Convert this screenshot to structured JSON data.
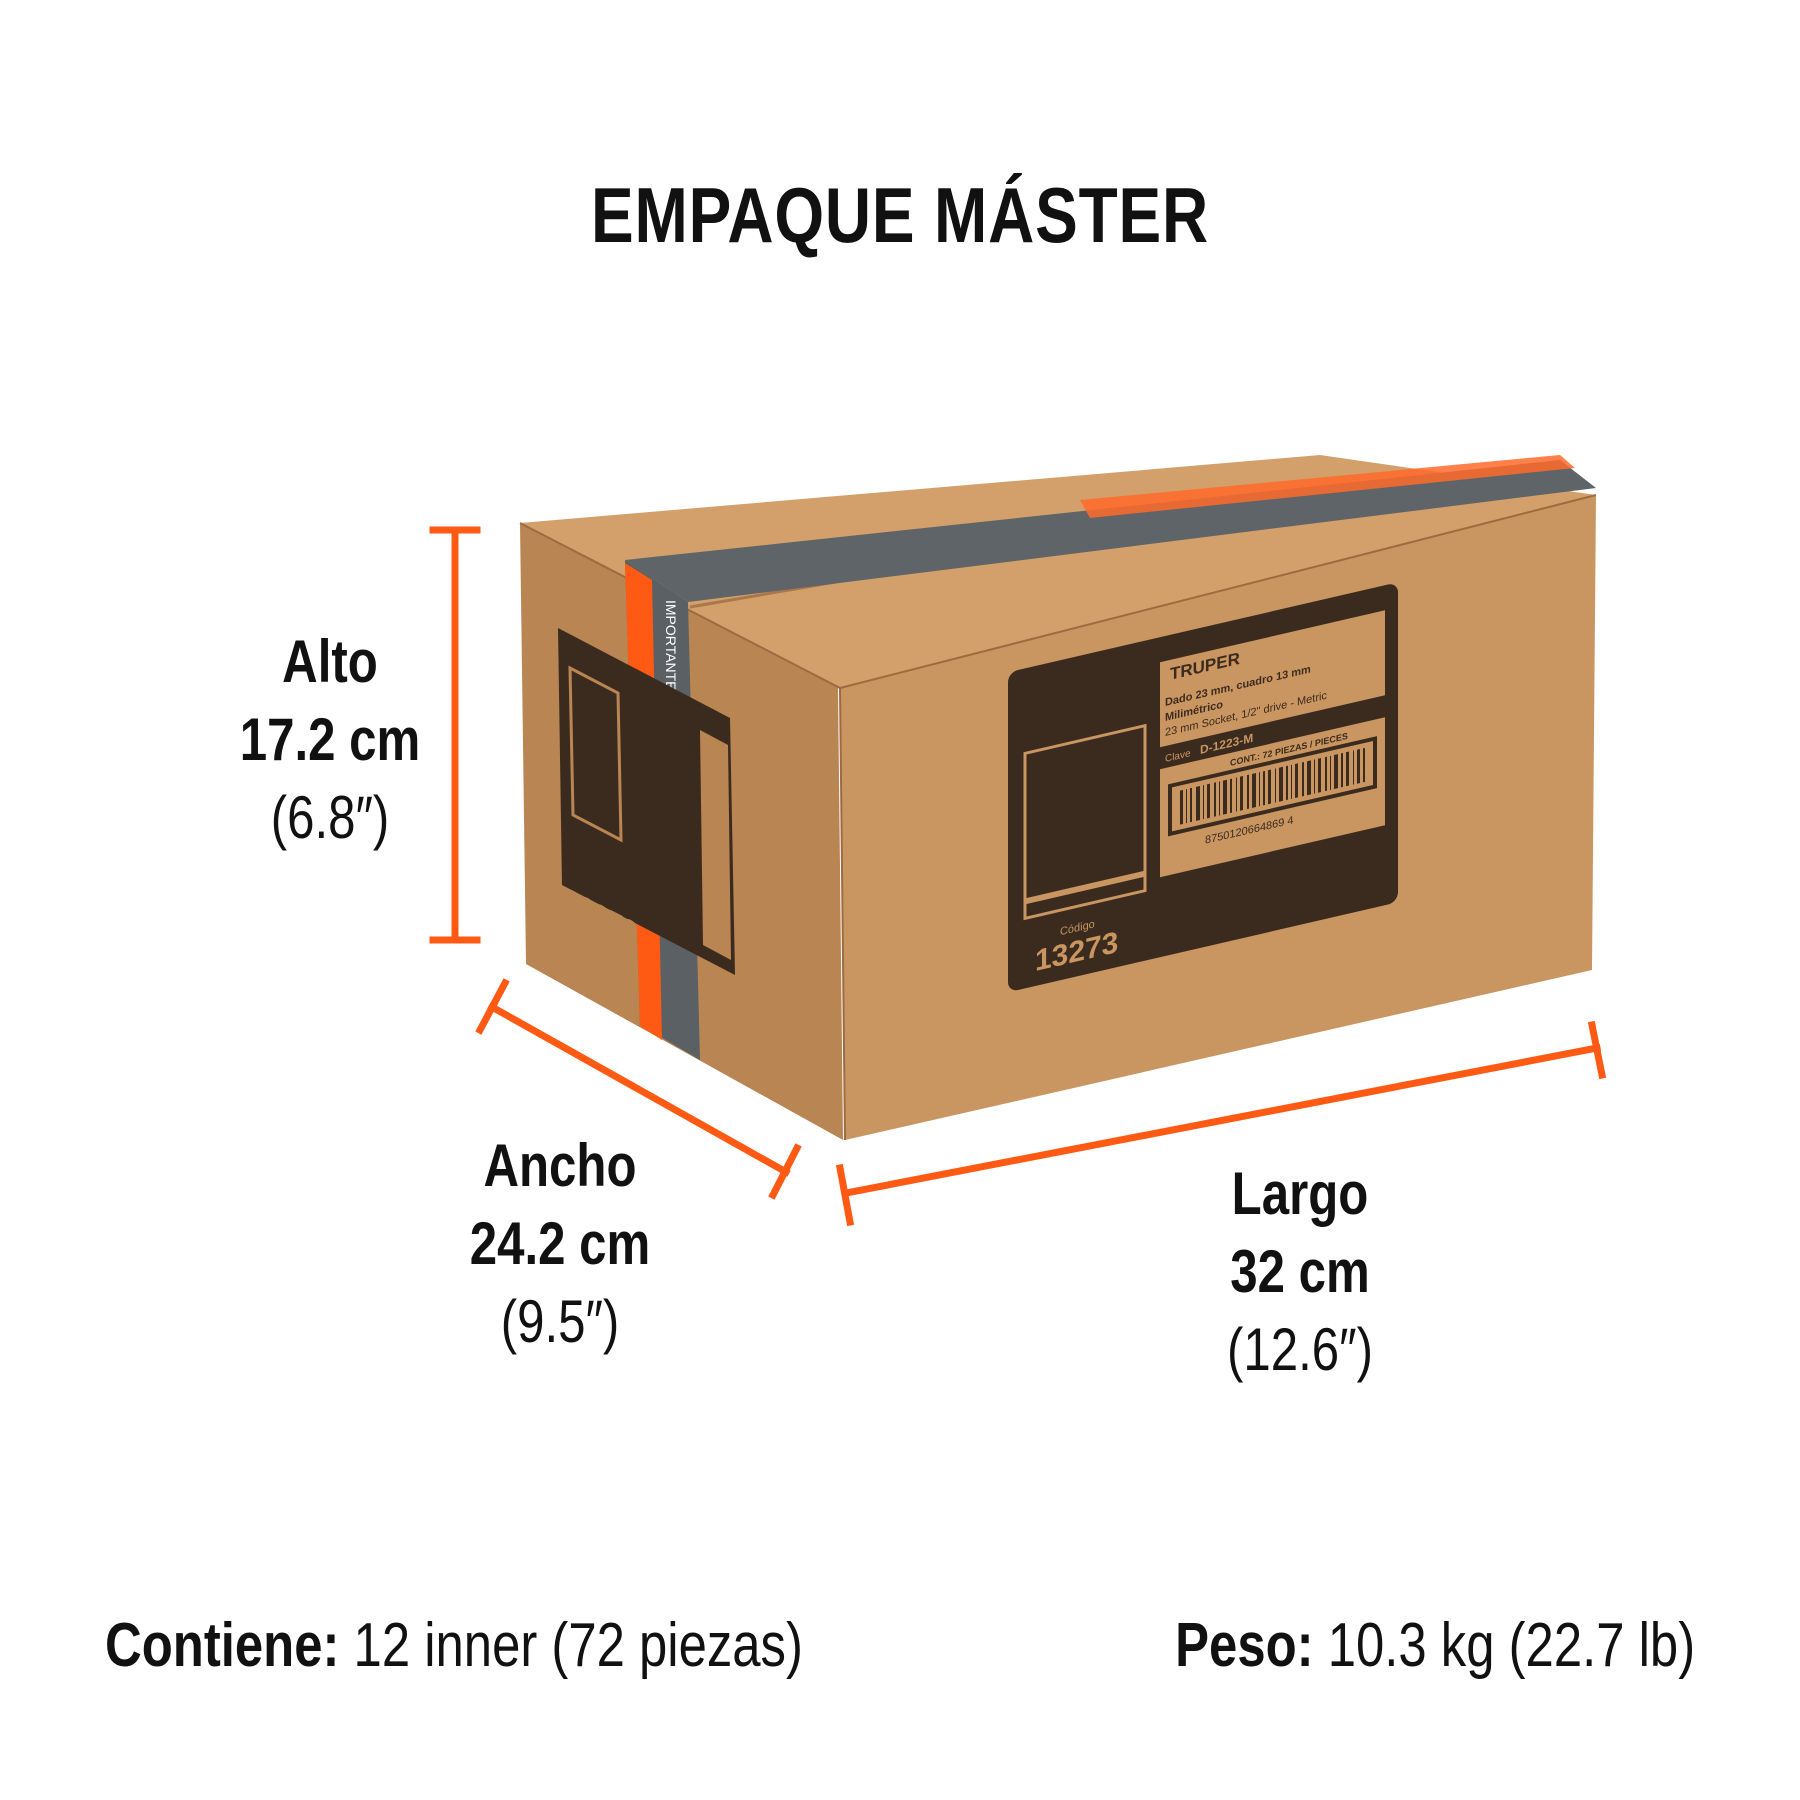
{
  "title": "EMPAQUE MÁSTER",
  "dimensions": {
    "alto": {
      "label": "Alto",
      "metric": "17.2 cm",
      "imperial": "(6.8″)"
    },
    "ancho": {
      "label": "Ancho",
      "metric": "24.2 cm",
      "imperial": "(9.5″)"
    },
    "largo": {
      "label": "Largo",
      "metric": "32 cm",
      "imperial": "(12.6″)"
    }
  },
  "footer": {
    "contains_label": "Contiene:",
    "contains_value": "12 inner (72 piezas)",
    "weight_label": "Peso:",
    "weight_value": "10.3 kg (22.7 lb)"
  },
  "box_label": {
    "brand": "TRUPER",
    "product_es": "Dado 23 mm, cuadro 13 mm",
    "product_es_2": "Milimétrico",
    "product_en": "23 mm Socket, 1/2\" drive - Metric",
    "clave_label": "Clave",
    "clave": "D-1223-M",
    "contents": "CONT.: 72 PIEZAS / PIECES",
    "barcode_number": "8750120664869 4",
    "codigo_label": "Código",
    "codigo": "13273",
    "tape_text": "IMPORTANTE"
  },
  "colors": {
    "accent": "#ff5a14",
    "cardboard": "#c8915c",
    "cardboard_top": "#d6a16b",
    "cardboard_side": "#b5824f",
    "print": "#3a2a1e",
    "tape": "#5a5f63"
  }
}
